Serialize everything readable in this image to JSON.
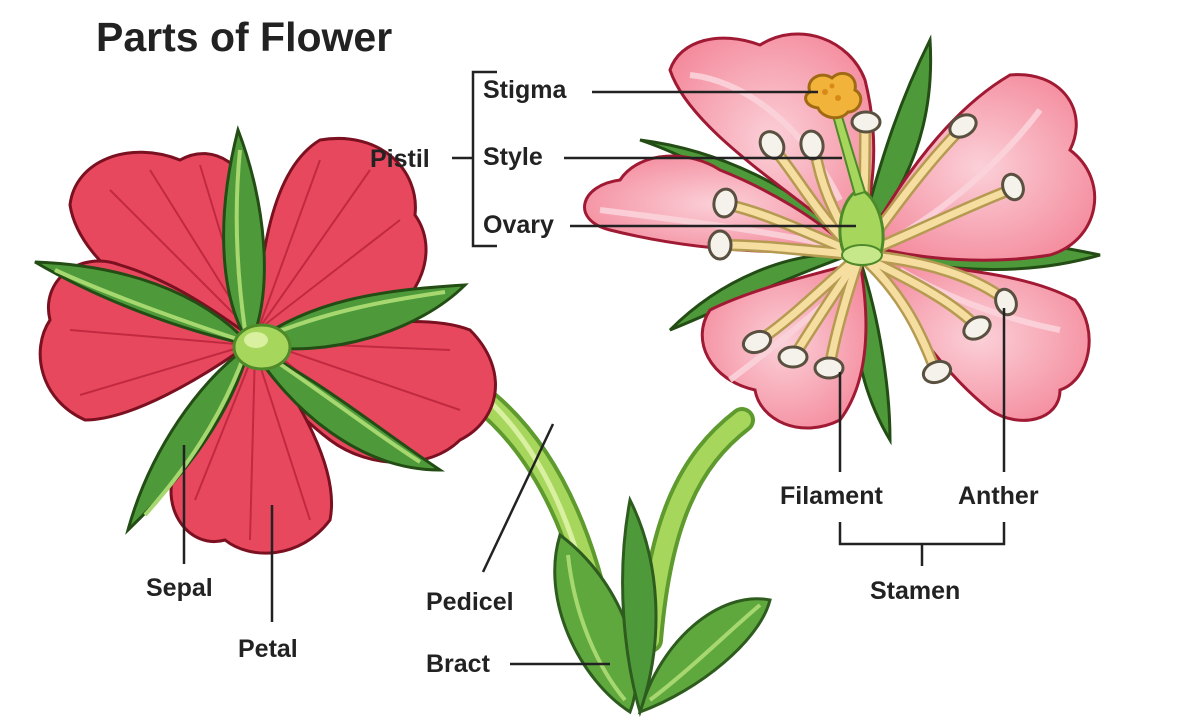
{
  "title": "Parts of Flower",
  "labels": {
    "stigma": "Stigma",
    "style": "Style",
    "ovary": "Ovary",
    "pistil": "Pistil",
    "sepal": "Sepal",
    "petal": "Petal",
    "pedicel": "Pedicel",
    "bract": "Bract",
    "filament": "Filament",
    "anther": "Anther",
    "stamen": "Stamen"
  },
  "colors": {
    "back_petal": "#e8485e",
    "back_petal_dark": "#c92c45",
    "front_petal": "#f48a9c",
    "front_petal_light": "#f9b8c3",
    "sepal_green": "#4e9a3a",
    "sepal_light": "#7cc35a",
    "stem_green": "#9fd35a",
    "filament": "#f5dea0",
    "anther": "#f4f2ea",
    "stigma": "#f2b33a",
    "leader_line": "#222222"
  }
}
